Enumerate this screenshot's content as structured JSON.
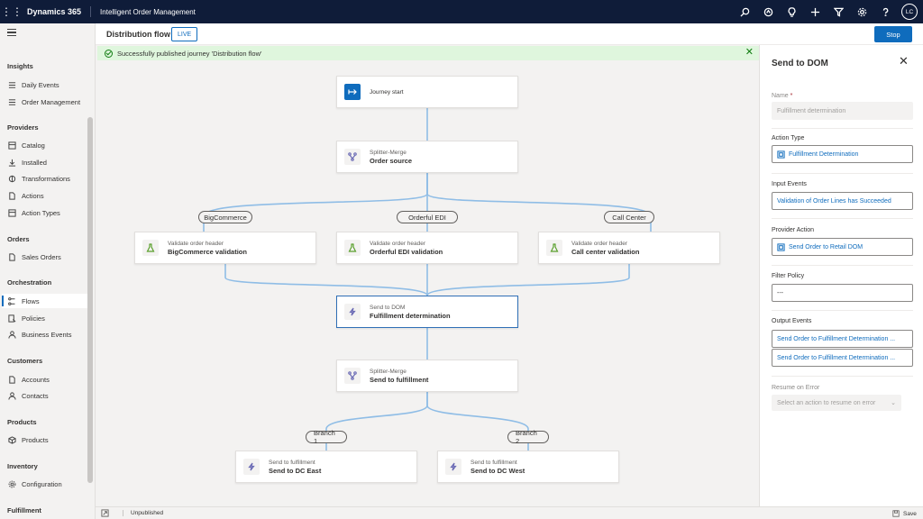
{
  "app": {
    "brand": "Dynamics 365",
    "app_name": "Intelligent Order Management",
    "user_initials": "LC",
    "top_icons": [
      "search-icon",
      "lightbulb-outline-icon",
      "lightbulb-icon",
      "plus-icon",
      "filter-icon",
      "gear-icon",
      "help-icon"
    ]
  },
  "sidebar": {
    "sections": [
      {
        "title": "Insights",
        "items": [
          {
            "label": "Daily Events",
            "icon": "list-icon"
          },
          {
            "label": "Order Management",
            "icon": "list-icon"
          }
        ]
      },
      {
        "title": "Providers",
        "items": [
          {
            "label": "Catalog",
            "icon": "catalog-icon"
          },
          {
            "label": "Installed",
            "icon": "download-icon"
          },
          {
            "label": "Transformations",
            "icon": "transform-icon"
          },
          {
            "label": "Actions",
            "icon": "document-icon"
          },
          {
            "label": "Action Types",
            "icon": "catalog-icon"
          }
        ]
      },
      {
        "title": "Orders",
        "items": [
          {
            "label": "Sales Orders",
            "icon": "document-icon"
          }
        ]
      },
      {
        "title": "Orchestration",
        "items": [
          {
            "label": "Flows",
            "icon": "flow-icon",
            "active": true
          },
          {
            "label": "Policies",
            "icon": "policy-icon"
          },
          {
            "label": "Business Events",
            "icon": "person-icon"
          }
        ]
      },
      {
        "title": "Customers",
        "items": [
          {
            "label": "Accounts",
            "icon": "document-icon"
          },
          {
            "label": "Contacts",
            "icon": "person-icon"
          }
        ]
      },
      {
        "title": "Products",
        "items": [
          {
            "label": "Products",
            "icon": "box-icon"
          }
        ]
      },
      {
        "title": "Inventory",
        "items": [
          {
            "label": "Configuration",
            "icon": "gear-icon"
          }
        ]
      },
      {
        "title": "Fulfillment",
        "items": []
      }
    ]
  },
  "header": {
    "title": "Distribution flow",
    "status": "LIVE",
    "stop_label": "Stop"
  },
  "banner": {
    "message": "Successfully published journey 'Distribution flow'"
  },
  "flow": {
    "journey_start": {
      "title": "Journey start"
    },
    "order_source": {
      "type": "Splitter-Merge",
      "title": "Order source"
    },
    "branches_top": [
      "BigCommerce",
      "Orderful EDI",
      "Call Center"
    ],
    "validations": [
      {
        "type": "Validate order header",
        "title": "BigCommerce validation"
      },
      {
        "type": "Validate order header",
        "title": "Orderful EDI validation"
      },
      {
        "type": "Validate order header",
        "title": "Call center validation"
      }
    ],
    "send_to_dom": {
      "type": "Send to DOM",
      "title": "Fulfillment determination"
    },
    "send_to_fulfillment": {
      "type": "Splitter-Merge",
      "title": "Send to fulfillment"
    },
    "branches_bottom": [
      "Branch 1",
      "Branch 2"
    ],
    "dc_nodes": [
      {
        "type": "Send to fulfillment",
        "title": "Send to DC East"
      },
      {
        "type": "Send to fulfillment",
        "title": "Send to DC West"
      }
    ]
  },
  "status_bar": {
    "state": "Unpublished",
    "save_label": "Save"
  },
  "panel": {
    "title": "Send to DOM",
    "name_label": "Name",
    "name_value": "Fulfillment determination",
    "action_type_label": "Action Type",
    "action_type_value": "Fulfillment Determination",
    "input_events_label": "Input Events",
    "input_events_value": "Validation of Order Lines has Succeeded",
    "provider_action_label": "Provider Action",
    "provider_action_value": "Send Order to Retail DOM",
    "filter_policy_label": "Filter Policy",
    "filter_policy_value": "---",
    "output_events_label": "Output Events",
    "output_events": [
      "Send Order to Fulfillment Determination ...",
      "Send Order to Fulfillment Determination ..."
    ],
    "resume_label": "Resume on Error",
    "resume_placeholder": "Select an action to resume on error"
  },
  "colors": {
    "topbar": "#0f1c39",
    "accent": "#0f6cbd",
    "connector": "#8fbde6",
    "success_bg": "#dff6dd"
  }
}
